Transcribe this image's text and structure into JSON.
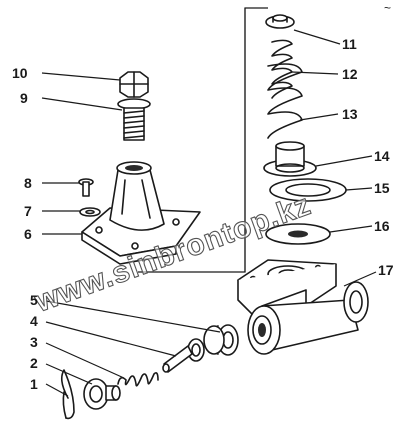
{
  "diagram": {
    "watermark": "www.sinbrontop.kz",
    "corner_mark": "~",
    "callouts": [
      "1",
      "2",
      "3",
      "4",
      "5",
      "6",
      "7",
      "8",
      "9",
      "10",
      "11",
      "12",
      "13",
      "14",
      "15",
      "16",
      "17"
    ]
  }
}
